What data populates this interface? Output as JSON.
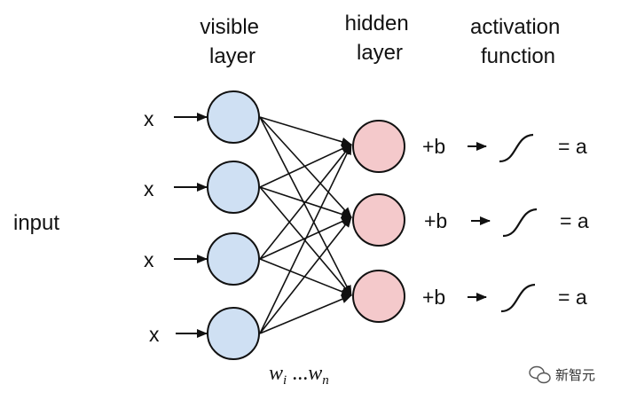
{
  "headers": {
    "visible": [
      "visible",
      "layer"
    ],
    "hidden": [
      "hidden",
      "layer"
    ],
    "activation": [
      "activation",
      "function"
    ]
  },
  "input_label": "input",
  "inputs": [
    "x",
    "x",
    "x",
    "x"
  ],
  "bias_terms": [
    "+b",
    "+b",
    "+b"
  ],
  "outputs": [
    "= a",
    "= a",
    "= a"
  ],
  "weights_label": {
    "w1": "w",
    "s1": "i",
    "dots": " ...",
    "w2": "w",
    "s2": "n"
  },
  "watermark": "新智元",
  "colors": {
    "visible_fill": "#cfe0f3",
    "hidden_fill": "#f4c9cb",
    "stroke": "#111111"
  },
  "icons": [
    "arrow-icon",
    "sigmoid-icon",
    "wechat-icon"
  ]
}
